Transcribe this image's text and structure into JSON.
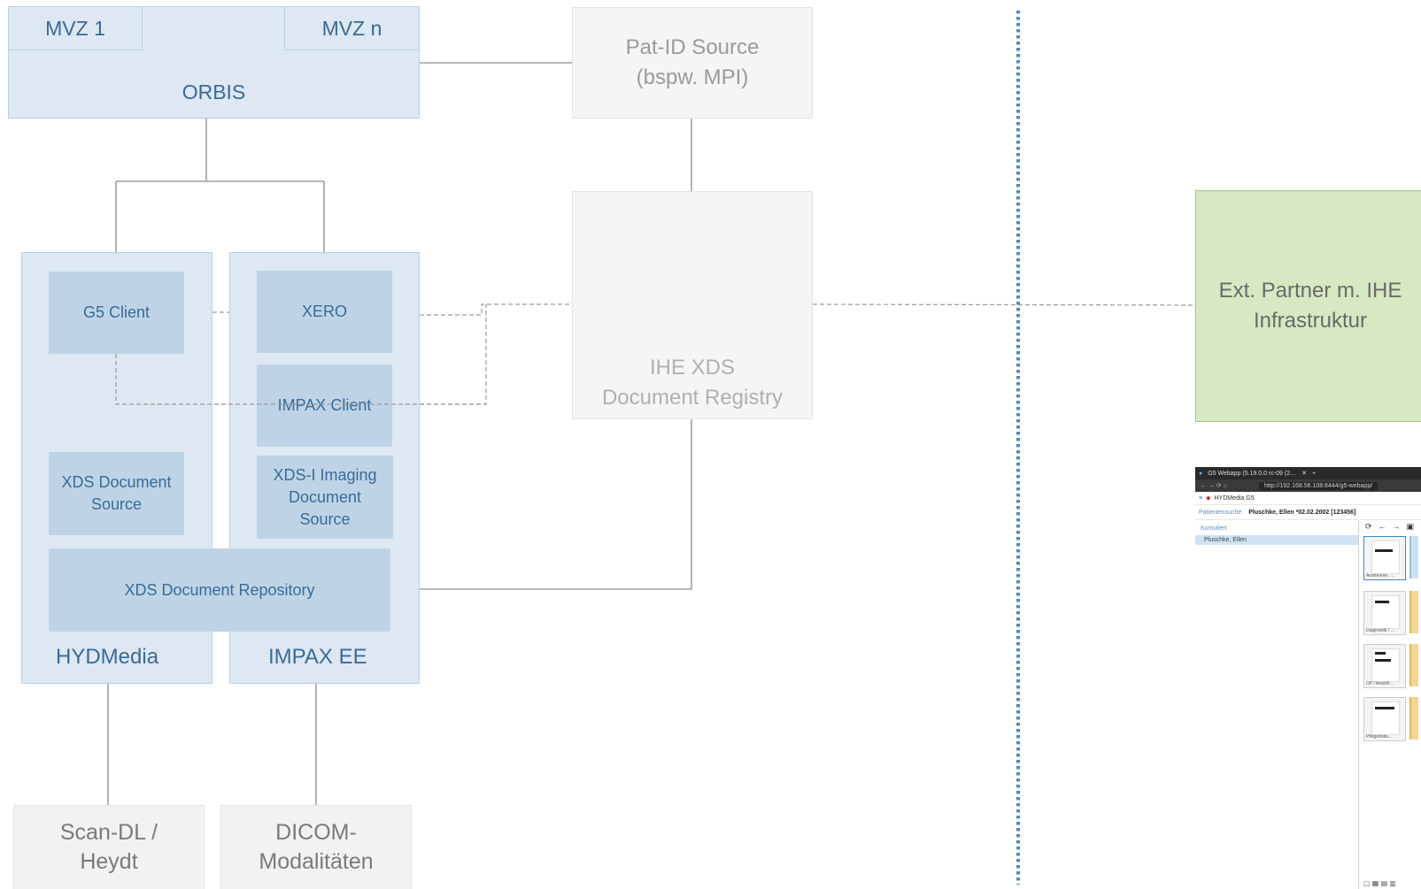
{
  "orbis": {
    "title": "ORBIS",
    "mvz1": "MVZ 1",
    "mvzn": "MVZ n"
  },
  "patid": {
    "line1": "Pat-ID Source",
    "line2": "(bspw. MPI)"
  },
  "registry": {
    "line1": "IHE XDS",
    "line2": "Document Registry"
  },
  "hydmedia": {
    "title": "HYDMedia",
    "g5client": "G5 Client",
    "xds_source_line1": "XDS Document",
    "xds_source_line2": "Source"
  },
  "impax": {
    "title": "IMPAX EE",
    "xero": "XERO",
    "client": "IMPAX Client",
    "xdsi_line1": "XDS-I Imaging",
    "xdsi_line2": "Document",
    "xdsi_line3": "Source"
  },
  "repository": "XDS Document Repository",
  "scan": {
    "line1": "Scan-DL /",
    "line2": "Heydt"
  },
  "dicom": {
    "line1": "DICOM-",
    "line2": "Modalitäten"
  },
  "extpartner": {
    "line1": "Ext. Partner m. IHE",
    "line2": "Infrastruktur"
  },
  "screenshot": {
    "tab_title": "G5 Webapp (5.19.0.0 rc-09 (2…",
    "url": "http://192.168.56.108:8444/g5-webapp/",
    "app_title": "HYDMedia G5",
    "tab_search": "Patientensuche",
    "tab_patient": "Pluschke, Ellen *02.02.2002 [123456]",
    "filter": "Kumuliert",
    "tree_item": "Pluschke, Ellen",
    "thumb_captions": [
      "Anamnese, …",
      "Diagnostik / …",
      "OP / Anästh…",
      "Pflegedoku…"
    ]
  },
  "colors": {
    "light_box": "#dde8f2",
    "mid_box": "#bed4e6",
    "grey_box": "#f5f5f5",
    "ext_partner": "#d6e9c2",
    "divider": "#4a8ac8",
    "blue_text": "#3a6a9a"
  }
}
